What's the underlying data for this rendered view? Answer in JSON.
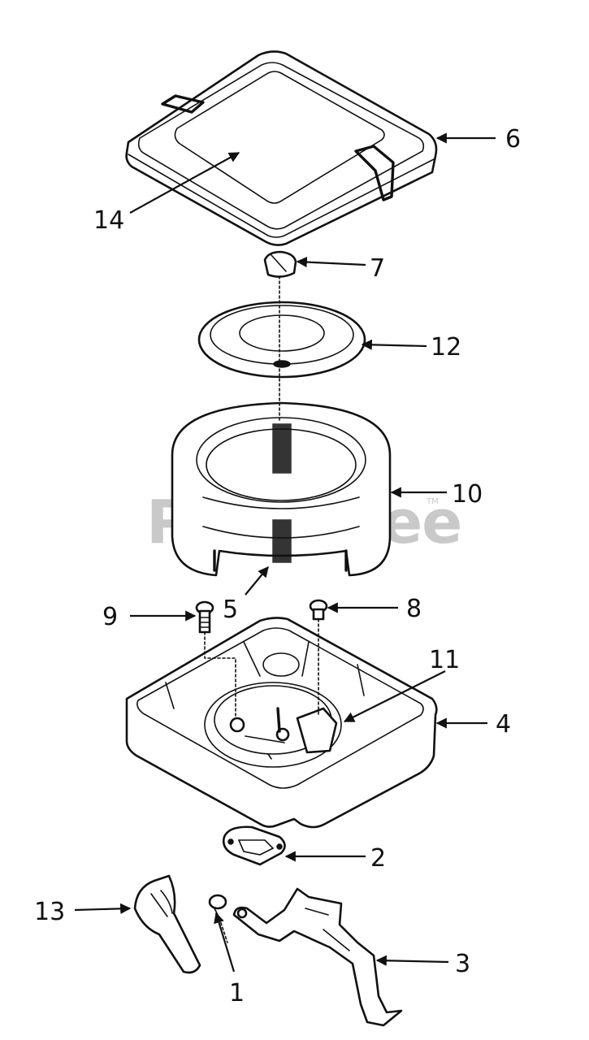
{
  "watermark": {
    "text": "PartsTree",
    "trademark": "TM"
  },
  "callouts": [
    {
      "id": "6",
      "label": "6"
    },
    {
      "id": "14",
      "label": "14"
    },
    {
      "id": "7",
      "label": "7"
    },
    {
      "id": "12",
      "label": "12"
    },
    {
      "id": "10",
      "label": "10"
    },
    {
      "id": "5",
      "label": "5"
    },
    {
      "id": "9",
      "label": "9"
    },
    {
      "id": "8",
      "label": "8"
    },
    {
      "id": "11",
      "label": "11"
    },
    {
      "id": "4",
      "label": "4"
    },
    {
      "id": "2",
      "label": "2"
    },
    {
      "id": "13",
      "label": "13"
    },
    {
      "id": "3",
      "label": "3"
    },
    {
      "id": "1",
      "label": "1"
    }
  ],
  "colors": {
    "ink": "#111111",
    "watermark": "#c9c9c9",
    "background": "#ffffff"
  }
}
